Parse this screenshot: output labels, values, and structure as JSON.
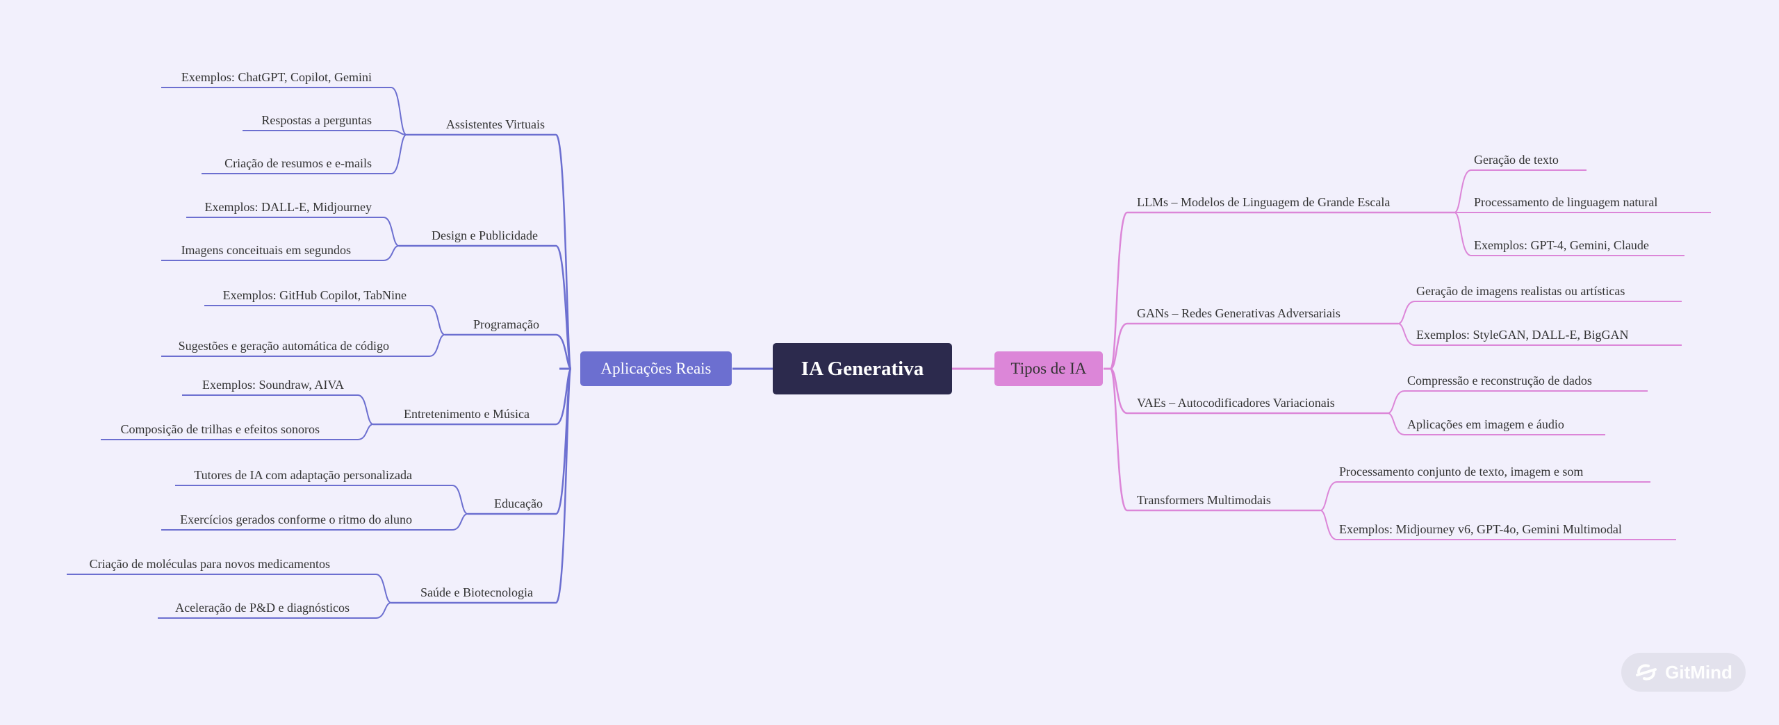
{
  "colors": {
    "left": "#6c6fd0",
    "right": "#dc86d8",
    "root": "#2c2a4d",
    "background": "#f2f0fc"
  },
  "root": "IA Generativa",
  "left": {
    "title": "Aplicações Reais",
    "groups": [
      {
        "label": "Assistentes Virtuais",
        "items": [
          "Exemplos: ChatGPT, Copilot, Gemini",
          "Respostas a perguntas",
          "Criação de resumos e e-mails"
        ]
      },
      {
        "label": "Design e Publicidade",
        "items": [
          "Exemplos: DALL-E, Midjourney",
          "Imagens conceituais em segundos"
        ]
      },
      {
        "label": "Programação",
        "items": [
          "Exemplos: GitHub Copilot, TabNine",
          "Sugestões e geração automática de código"
        ]
      },
      {
        "label": "Entretenimento e Música",
        "items": [
          "Exemplos: Soundraw, AIVA",
          "Composição de trilhas e efeitos sonoros"
        ]
      },
      {
        "label": "Educação",
        "items": [
          "Tutores de IA com adaptação personalizada",
          "Exercícios gerados conforme o ritmo do aluno"
        ]
      },
      {
        "label": "Saúde e Biotecnologia",
        "items": [
          "Criação de moléculas para novos medicamentos",
          "Aceleração de P&D e diagnósticos"
        ]
      }
    ]
  },
  "right": {
    "title": "Tipos de IA",
    "groups": [
      {
        "label": "LLMs – Modelos de Linguagem de Grande Escala",
        "items": [
          "Geração de texto",
          "Processamento de linguagem natural",
          "Exemplos: GPT-4, Gemini, Claude"
        ]
      },
      {
        "label": "GANs – Redes Generativas Adversariais",
        "items": [
          "Geração de imagens realistas ou artísticas",
          "Exemplos: StyleGAN, DALL-E, BigGAN"
        ]
      },
      {
        "label": "VAEs – Autocodificadores Variacionais",
        "items": [
          "Compressão e reconstrução de dados",
          "Aplicações em imagem e áudio"
        ]
      },
      {
        "label": "Transformers Multimodais",
        "items": [
          "Processamento conjunto de texto, imagem e som",
          "Exemplos: Midjourney v6, GPT-4o, Gemini Multimodal"
        ]
      }
    ]
  },
  "watermark": {
    "text": "GitMind",
    "icon": "gitmind-logo-icon"
  }
}
